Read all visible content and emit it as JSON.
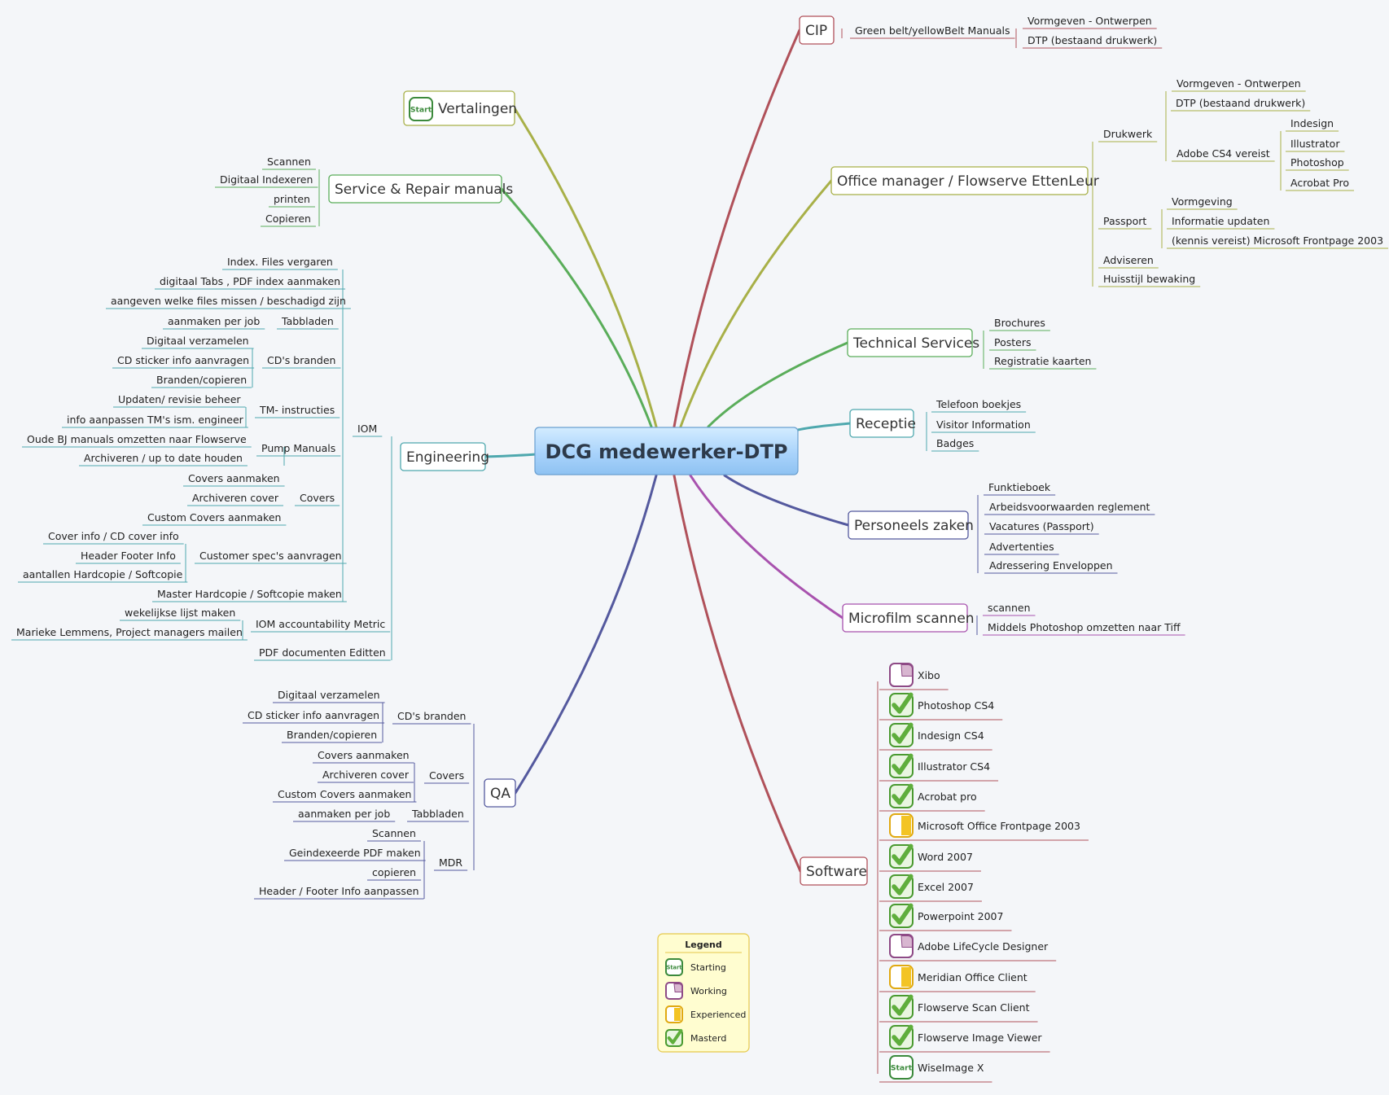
{
  "central": "DCG medewerker-DTP",
  "legend": {
    "title": "Legend",
    "items": [
      {
        "icon": "start",
        "label": "Starting"
      },
      {
        "icon": "working",
        "label": "Working"
      },
      {
        "icon": "experienced",
        "label": "Experienced"
      },
      {
        "icon": "mastered",
        "label": "Masterd"
      }
    ]
  },
  "colors": {
    "red": "#b0515a",
    "olive": "#a8b048",
    "green": "#5aad5a",
    "teal": "#4ea8ae",
    "navy": "#54599e",
    "purple": "#a852ae",
    "mastered": "#5fae3c",
    "experienced": "#f3c424",
    "working": "#8e4a86"
  },
  "branches": [
    {
      "label": "CIP",
      "children": [
        {
          "label": "Green belt/yellowBelt Manuals",
          "children": [
            {
              "label": "Vormgeven - Ontwerpen"
            },
            {
              "label": "DTP (bestaand drukwerk)"
            }
          ]
        }
      ]
    },
    {
      "label": "Vertalingen",
      "icon": "start"
    },
    {
      "label": "Service & Repair manuals",
      "children": [
        {
          "label": "Scannen"
        },
        {
          "label": "Digitaal Indexeren"
        },
        {
          "label": "printen"
        },
        {
          "label": "Copieren"
        }
      ]
    },
    {
      "label": "Office manager / Flowserve EttenLeur",
      "children": [
        {
          "label": "Drukwerk",
          "children": [
            {
              "label": "Vormgeven - Ontwerpen"
            },
            {
              "label": "DTP (bestaand drukwerk)"
            },
            {
              "label": "Adobe CS4 vereist",
              "children": [
                {
                  "label": "Indesign"
                },
                {
                  "label": "Illustrator"
                },
                {
                  "label": "Photoshop"
                },
                {
                  "label": "Acrobat Pro"
                }
              ]
            }
          ]
        },
        {
          "label": "Passport",
          "children": [
            {
              "label": "Vormgeving"
            },
            {
              "label": "Informatie updaten"
            },
            {
              "label": "(kennis vereist) Microsoft Frontpage 2003"
            }
          ]
        },
        {
          "label": "Adviseren"
        },
        {
          "label": "Huisstijl bewaking"
        }
      ]
    },
    {
      "label": "Technical Services",
      "children": [
        {
          "label": "Brochures"
        },
        {
          "label": "Posters"
        },
        {
          "label": "Registratie kaarten"
        }
      ]
    },
    {
      "label": "Receptie",
      "children": [
        {
          "label": "Telefoon boekjes"
        },
        {
          "label": "Visitor Information"
        },
        {
          "label": "Badges"
        }
      ]
    },
    {
      "label": "Engineering",
      "children": [
        {
          "label": "IOM",
          "children": [
            {
              "label": "Index.  Files vergaren"
            },
            {
              "label": "digitaal Tabs , PDF index aanmaken"
            },
            {
              "label": "aangeven welke files missen / beschadigd zijn"
            },
            {
              "label": "Tabbladen",
              "children": [
                {
                  "label": "aanmaken per job"
                }
              ]
            },
            {
              "label": "CD's branden",
              "children": [
                {
                  "label": "Digitaal verzamelen"
                },
                {
                  "label": "CD sticker info aanvragen"
                },
                {
                  "label": "Branden/copieren"
                }
              ]
            },
            {
              "label": "TM- instructies",
              "children": [
                {
                  "label": "Updaten/ revisie beheer"
                },
                {
                  "label": "info aanpassen TM's ism. engineer"
                }
              ]
            },
            {
              "label": "Pump Manuals",
              "children": [
                {
                  "label": "Oude BJ manuals omzetten naar Flowserve"
                },
                {
                  "label": "Archiveren / up to date houden"
                }
              ]
            },
            {
              "label": "Covers",
              "children": [
                {
                  "label": "Covers aanmaken"
                },
                {
                  "label": "Archiveren cover"
                },
                {
                  "label": "Custom Covers aanmaken"
                }
              ]
            },
            {
              "label": "Customer spec's aanvragen",
              "children": [
                {
                  "label": "Cover info / CD cover info"
                },
                {
                  "label": "Header Footer Info"
                },
                {
                  "label": "aantallen Hardcopie / Softcopie"
                }
              ]
            },
            {
              "label": "Master Hardcopie / Softcopie maken"
            }
          ]
        },
        {
          "label": "IOM accountability Metric",
          "children": [
            {
              "label": "wekelijkse lijst maken"
            },
            {
              "label": "Marieke Lemmens, Project managers mailen"
            }
          ]
        },
        {
          "label": "PDF documenten Editten"
        }
      ]
    },
    {
      "label": "Personeels zaken",
      "children": [
        {
          "label": "Funktieboek"
        },
        {
          "label": "Arbeidsvoorwaarden reglement"
        },
        {
          "label": "Vacatures (Passport)"
        },
        {
          "label": "Advertenties"
        },
        {
          "label": "Adressering Enveloppen"
        }
      ]
    },
    {
      "label": "Microfilm scannen",
      "children": [
        {
          "label": "scannen"
        },
        {
          "label": "Middels Photoshop omzetten naar Tiff"
        }
      ]
    },
    {
      "label": "QA",
      "children": [
        {
          "label": "CD's branden",
          "children": [
            {
              "label": "Digitaal verzamelen"
            },
            {
              "label": "CD sticker info aanvragen"
            },
            {
              "label": "Branden/copieren"
            }
          ]
        },
        {
          "label": "Covers",
          "children": [
            {
              "label": "Covers aanmaken"
            },
            {
              "label": "Archiveren cover"
            },
            {
              "label": "Custom Covers aanmaken"
            }
          ]
        },
        {
          "label": "Tabbladen",
          "children": [
            {
              "label": "aanmaken per job"
            }
          ]
        },
        {
          "label": "MDR",
          "children": [
            {
              "label": "Scannen"
            },
            {
              "label": "Geindexeerde PDF maken"
            },
            {
              "label": "copieren"
            },
            {
              "label": "Header / Footer Info aanpassen"
            }
          ]
        }
      ]
    },
    {
      "label": "Software",
      "children": [
        {
          "label": "Xibo",
          "icon": "working"
        },
        {
          "label": "Photoshop CS4",
          "icon": "mastered"
        },
        {
          "label": "Indesign CS4",
          "icon": "mastered"
        },
        {
          "label": "Illustrator CS4",
          "icon": "mastered"
        },
        {
          "label": "Acrobat pro",
          "icon": "mastered"
        },
        {
          "label": "Microsoft Office Frontpage 2003",
          "icon": "experienced"
        },
        {
          "label": "Word 2007",
          "icon": "mastered"
        },
        {
          "label": "Excel 2007",
          "icon": "mastered"
        },
        {
          "label": "Powerpoint 2007",
          "icon": "mastered"
        },
        {
          "label": "Adobe LifeCycle Designer",
          "icon": "working"
        },
        {
          "label": "Meridian Office Client",
          "icon": "experienced"
        },
        {
          "label": "Flowserve Scan Client",
          "icon": "mastered"
        },
        {
          "label": "Flowserve Image Viewer",
          "icon": "mastered"
        },
        {
          "label": "WiseImage X",
          "icon": "start"
        }
      ]
    }
  ]
}
